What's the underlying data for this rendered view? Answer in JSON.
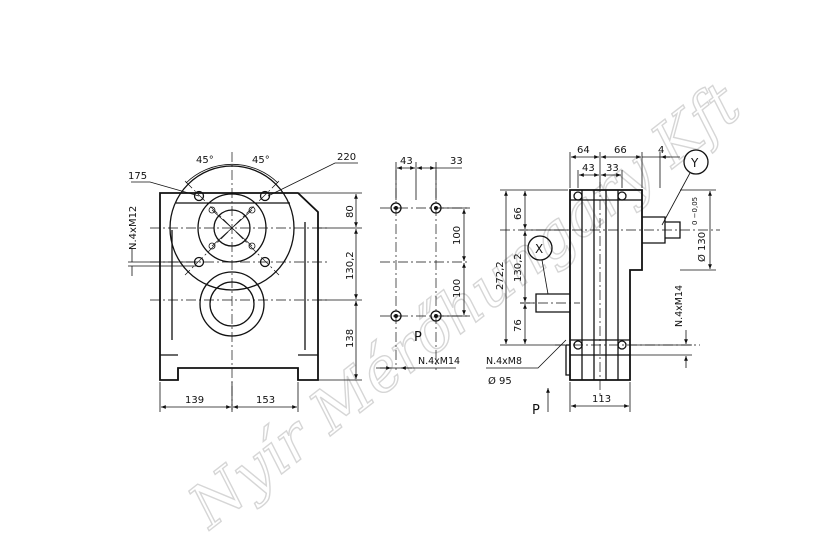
{
  "watermark": "Nyír Mérőhungary Kft",
  "front_view": {
    "angle_left": "45°",
    "angle_right": "45°",
    "label_220": "220",
    "label_175": "175",
    "label_holes": "N.4xM12",
    "dim_80": "80",
    "dim_130_2": "130,2",
    "dim_138": "138",
    "dim_139": "139",
    "dim_153": "153"
  },
  "middle_view": {
    "dim_43": "43",
    "dim_33": "33",
    "dim_100_top": "100",
    "dim_100_bottom": "100",
    "label_p": "P",
    "label_holes": "N.4xM14"
  },
  "side_view": {
    "dim_64": "64",
    "dim_66_top": "66",
    "dim_4": "4",
    "dim_43": "43",
    "dim_33": "33",
    "dim_66_left": "66",
    "dim_272_2": "272,2",
    "dim_130_2": "130,2",
    "dim_76": "76",
    "dim_113": "113",
    "label_x": "X",
    "label_y": "Y",
    "label_holes_m8": "N.4xM8",
    "label_dia_95": "Ø 95",
    "label_holes_m14": "N.4xM14",
    "label_dia_130": "Ø 130",
    "label_tol": "0 −0,05",
    "label_p": "P"
  }
}
